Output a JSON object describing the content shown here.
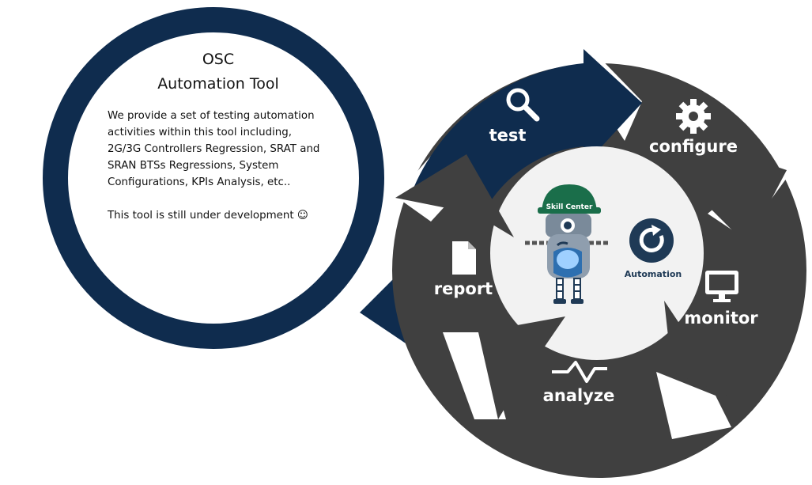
{
  "panel": {
    "title_line1": "OSC",
    "title_line2": "Automation Tool",
    "description": "We provide a set of testing automation\nactivities within this tool including,\n2G/3G Controllers Regression, SRAT and\nSRAN BTSs Regressions, System\nConfigurations, KPIs Analysis, etc..",
    "dev_note": "This tool is still under development",
    "dev_note_emoji": "☺"
  },
  "cycle": {
    "steps": [
      {
        "label": "test",
        "icon": "magnifier-icon"
      },
      {
        "label": "configure",
        "icon": "gear-icon"
      },
      {
        "label": "monitor",
        "icon": "monitor-icon"
      },
      {
        "label": "analyze",
        "icon": "pulse-line-icon"
      },
      {
        "label": "report",
        "icon": "document-icon"
      }
    ],
    "hub_label": "Automation",
    "robot_helmet_text": "Skill Center"
  },
  "colors": {
    "navy": "#0f2c4e",
    "dark_gray": "#404040",
    "hub_bg": "#f2f2f2",
    "helmet_green": "#1a6e4a",
    "accent_blue": "#2d6fb0"
  }
}
